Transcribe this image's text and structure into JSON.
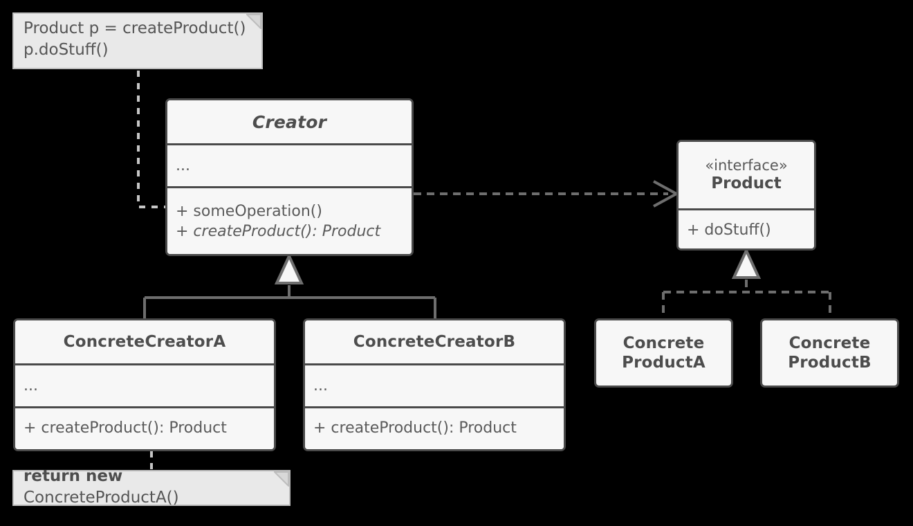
{
  "diagram": {
    "title": "Factory Method pattern UML class diagram",
    "colors": {
      "background": "#000000",
      "box_fill": "#f7f7f7",
      "box_border": "#4a4a4a",
      "note_fill": "#e9e9e9",
      "note_border": "#bdbdbd",
      "connector": "#6e6e6e",
      "text": "#4d4d4d"
    }
  },
  "notes": {
    "client_code": {
      "line1": "Product p = createProduct()",
      "line2": "p.doStuff()"
    },
    "factory_impl": {
      "bold": "return new",
      "rest": " ConcreteProductA()"
    }
  },
  "classes": {
    "creator": {
      "name": "Creator",
      "attributes": "...",
      "method1": "+ someOperation()",
      "method2": "+ createProduct(): Product"
    },
    "product": {
      "stereotype": "«interface»",
      "name": "Product",
      "method1": "+ doStuff()"
    },
    "concrete_creator_a": {
      "name": "ConcreteCreatorA",
      "attributes": "...",
      "method1": "+ createProduct(): Product"
    },
    "concrete_creator_b": {
      "name": "ConcreteCreatorB",
      "attributes": "...",
      "method1": "+ createProduct(): Product"
    },
    "concrete_product_a": {
      "name_line1": "Concrete",
      "name_line2": "ProductA"
    },
    "concrete_product_b": {
      "name_line1": "Concrete",
      "name_line2": "ProductB"
    }
  },
  "relations": [
    {
      "name": "creator-uses-product",
      "type": "dependency",
      "style": "dashed",
      "arrowhead": "open",
      "from": "Creator",
      "to": "Product"
    },
    {
      "name": "concrete-creators-extend-creator",
      "type": "generalization",
      "style": "solid",
      "arrowhead": "hollow-triangle",
      "from": "ConcreteCreatorA, ConcreteCreatorB",
      "to": "Creator"
    },
    {
      "name": "concrete-products-implement-product",
      "type": "realization",
      "style": "dashed",
      "arrowhead": "hollow-triangle",
      "from": "ConcreteProductA, ConcreteProductB",
      "to": "Product"
    },
    {
      "name": "client-note-anchor",
      "type": "note-link",
      "style": "dashed",
      "arrowhead": "none",
      "from": "client code note",
      "to": "Creator methods"
    },
    {
      "name": "factory-note-anchor",
      "type": "note-link",
      "style": "dashed",
      "arrowhead": "none",
      "from": "ConcreteCreatorA",
      "to": "return new note"
    }
  ]
}
